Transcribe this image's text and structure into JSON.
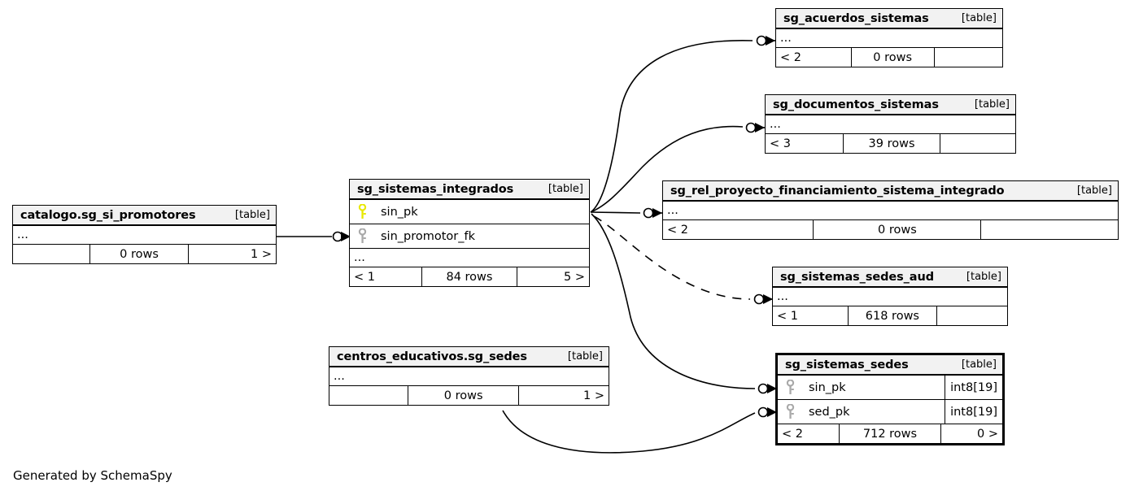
{
  "diagram": {
    "generator_credit": "Generated by SchemaSpy",
    "table_tag": "[table]",
    "ellipsis": "...",
    "colors": {
      "background": "#ffffff",
      "header_fill": "#f2f2f2",
      "border": "#000000",
      "primary_key_icon": "#e8e800",
      "foreign_key_icon": "#a9a9a9",
      "edge": "#000000"
    }
  },
  "tables": [
    {
      "id": "sg_acuerdos_sistemas",
      "name": "sg_acuerdos_sistemas",
      "tag": "[table]",
      "focal": false,
      "columns": [],
      "has_ellipsis_row": true,
      "footer": {
        "left": "< 2",
        "center": "0 rows",
        "right": ""
      }
    },
    {
      "id": "sg_documentos_sistemas",
      "name": "sg_documentos_sistemas",
      "tag": "[table]",
      "focal": false,
      "columns": [],
      "has_ellipsis_row": true,
      "footer": {
        "left": "< 3",
        "center": "39 rows",
        "right": ""
      }
    },
    {
      "id": "sg_rel_proyecto_financiamiento_sistema_integrado",
      "name": "sg_rel_proyecto_financiamiento_sistema_integrado",
      "tag": "[table]",
      "focal": false,
      "columns": [],
      "has_ellipsis_row": true,
      "footer": {
        "left": "< 2",
        "center": "0 rows",
        "right": ""
      }
    },
    {
      "id": "sg_sistemas_sedes_aud",
      "name": "sg_sistemas_sedes_aud",
      "tag": "[table]",
      "focal": false,
      "columns": [],
      "has_ellipsis_row": true,
      "footer": {
        "left": "< 1",
        "center": "618 rows",
        "right": ""
      }
    },
    {
      "id": "sg_sistemas_sedes",
      "name": "sg_sistemas_sedes",
      "tag": "[table]",
      "focal": true,
      "columns": [
        {
          "key": "foreign",
          "name": "sin_pk",
          "type": "int8[19]"
        },
        {
          "key": "foreign",
          "name": "sed_pk",
          "type": "int8[19]"
        }
      ],
      "has_ellipsis_row": false,
      "footer": {
        "left": "< 2",
        "center": "712 rows",
        "right": "0 >"
      }
    },
    {
      "id": "sg_sistemas_integrados",
      "name": "sg_sistemas_integrados",
      "tag": "[table]",
      "focal": false,
      "columns": [
        {
          "key": "primary",
          "name": "sin_pk",
          "type": ""
        },
        {
          "key": "foreign",
          "name": "sin_promotor_fk",
          "type": ""
        }
      ],
      "has_ellipsis_row": true,
      "footer": {
        "left": "< 1",
        "center": "84 rows",
        "right": "5 >"
      }
    },
    {
      "id": "catalogo.sg_si_promotores",
      "name": "catalogo.sg_si_promotores",
      "tag": "[table]",
      "focal": false,
      "columns": [],
      "has_ellipsis_row": true,
      "footer": {
        "left": "",
        "center": "0 rows",
        "right": "1 >"
      }
    },
    {
      "id": "centros_educativos.sg_sedes",
      "name": "centros_educativos.sg_sedes",
      "tag": "[table]",
      "focal": false,
      "columns": [],
      "has_ellipsis_row": true,
      "footer": {
        "left": "",
        "center": "0 rows",
        "right": "1 >"
      }
    }
  ],
  "relationships": [
    {
      "from": "sg_sistemas_integrados",
      "to": "sg_acuerdos_sistemas",
      "style": "solid"
    },
    {
      "from": "sg_sistemas_integrados",
      "to": "sg_documentos_sistemas",
      "style": "solid"
    },
    {
      "from": "sg_sistemas_integrados",
      "to": "sg_rel_proyecto_financiamiento_sistema_integrado",
      "style": "solid"
    },
    {
      "from": "sg_sistemas_integrados",
      "to": "sg_sistemas_sedes_aud",
      "style": "dashed"
    },
    {
      "from": "sg_sistemas_integrados",
      "to": "sg_sistemas_sedes",
      "style": "solid"
    },
    {
      "from": "catalogo.sg_si_promotores",
      "to": "sg_sistemas_integrados",
      "style": "solid"
    },
    {
      "from": "centros_educativos.sg_sedes",
      "to": "sg_sistemas_sedes",
      "style": "solid"
    }
  ]
}
